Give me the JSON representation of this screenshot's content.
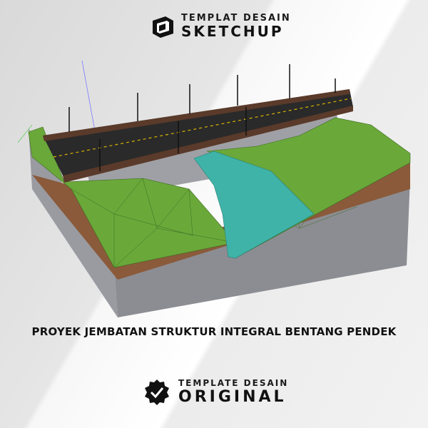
{
  "header": {
    "line1": "TEMPLAT DESAIN",
    "line2": "SKETCHUP"
  },
  "caption": "PROYEK JEMBATAN STRUKTUR INTEGRAL BENTANG PENDEK",
  "badge": {
    "line1": "TEMPLATE DESAIN",
    "line2": "ORIGINAL"
  },
  "colors": {
    "terrain": "#6aa83a",
    "soil": "#8a5a3a",
    "river": "#3fb3a8",
    "concrete": "#8f9096",
    "deck": "#2a2a2a"
  }
}
